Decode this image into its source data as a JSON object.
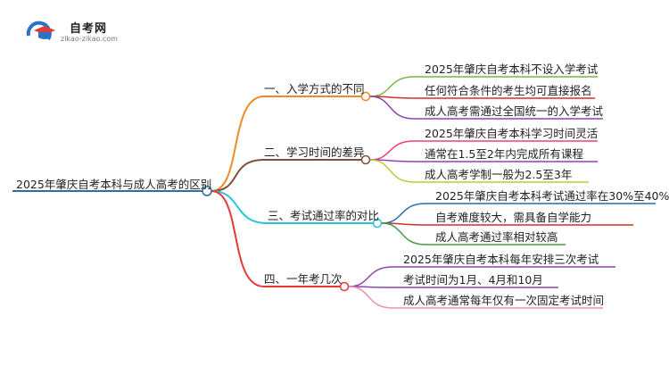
{
  "logo": {
    "title": "自考网",
    "subtitle": "zikao-zikao.com",
    "icon": "graduation-cap-icon"
  },
  "root": {
    "label": "2025年肇庆自考本科与成人高考的区别",
    "color": "#2f6f9f"
  },
  "branches": [
    {
      "label": "一、入学方式的不同",
      "color": "#f08a24",
      "leaves": [
        {
          "label": "2025年肇庆自考本科不设入学考试",
          "color": "#7cb342"
        },
        {
          "label": "任何符合条件的考生均可直接报名",
          "color": "#d32f2f"
        },
        {
          "label": "成人高考需通过全国统一的入学考试",
          "color": "#8e44ad"
        }
      ]
    },
    {
      "label": "二、学习时间的差异",
      "color": "#7b4f3a",
      "leaves": [
        {
          "label": "2025年肇庆自考本科学习时间灵活",
          "color": "#ec407a"
        },
        {
          "label": "通常在1.5至2年内完成所有课程",
          "color": "#8e44ad"
        },
        {
          "label": "成人高考学制一般为2.5至3年",
          "color": "#c0ca33"
        }
      ]
    },
    {
      "label": "三、考试通过率的对比",
      "color": "#26c6da",
      "leaves": [
        {
          "label": "2025年肇庆自考本科考试通过率在30%至40%",
          "color": "#1e6fb5"
        },
        {
          "label": "自考难度较大，需具备自学能力",
          "color": "#d32f2f"
        },
        {
          "label": "成人高考通过率相对较高",
          "color": "#43a047"
        }
      ]
    },
    {
      "label": "四、一年考几次",
      "color": "#e53935",
      "leaves": [
        {
          "label": "2025年肇庆自考本科每年安排三次考试",
          "color": "#8e44ad"
        },
        {
          "label": "考试时间为1月、4月和10月",
          "color": "#8e44ad"
        },
        {
          "label": "成人高考通常每年仅有一次固定考试时间",
          "color": "#f48fb1"
        }
      ]
    }
  ]
}
